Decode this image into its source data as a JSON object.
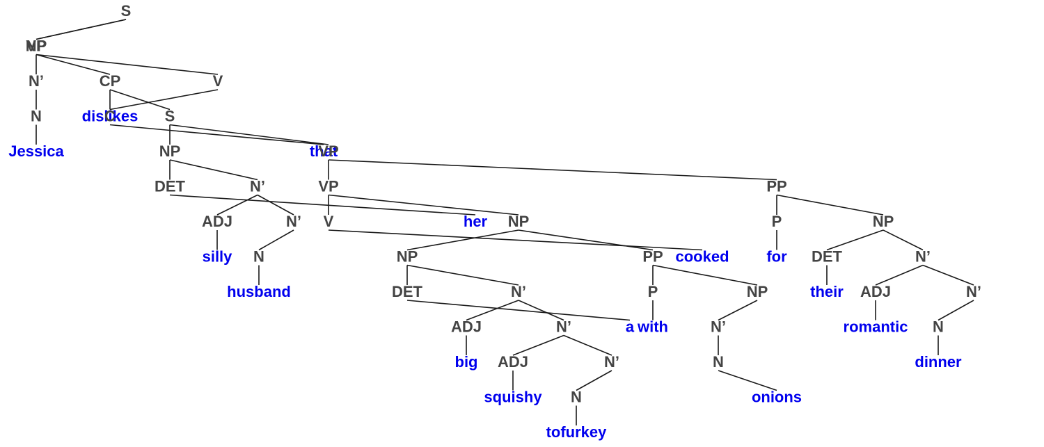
{
  "colors": {
    "category": "#444444",
    "word": "#0000ee",
    "edge": "#1a1a1a"
  },
  "tree": {
    "label": "S",
    "children": [
      {
        "label": "NP",
        "children": [
          {
            "label": "N’",
            "children": [
              {
                "label": "N",
                "children": [
                  {
                    "label": "Jessica",
                    "word": true
                  }
                ]
              }
            ]
          }
        ]
      },
      {
        "label": "VP",
        "children": [
          {
            "label": "V",
            "children": [
              {
                "label": "dislikes",
                "word": true
              }
            ]
          },
          {
            "label": "CP",
            "children": [
              {
                "label": "C",
                "children": [
                  {
                    "label": "that",
                    "word": true
                  }
                ]
              },
              {
                "label": "S",
                "children": [
                  {
                    "label": "NP",
                    "children": [
                      {
                        "label": "DET",
                        "children": [
                          {
                            "label": "her",
                            "word": true
                          }
                        ]
                      },
                      {
                        "label": "N’",
                        "children": [
                          {
                            "label": "ADJ",
                            "children": [
                              {
                                "label": "silly",
                                "word": true
                              }
                            ]
                          },
                          {
                            "label": "N’",
                            "children": [
                              {
                                "label": "N",
                                "children": [
                                  {
                                    "label": "husband",
                                    "word": true
                                  }
                                ]
                              }
                            ]
                          }
                        ]
                      }
                    ]
                  },
                  {
                    "label": "VP",
                    "children": [
                      {
                        "label": "VP",
                        "children": [
                          {
                            "label": "V",
                            "children": [
                              {
                                "label": "cooked",
                                "word": true
                              }
                            ]
                          },
                          {
                            "label": "NP",
                            "children": [
                              {
                                "label": "NP",
                                "children": [
                                  {
                                    "label": "DET",
                                    "children": [
                                      {
                                        "label": "a",
                                        "word": true
                                      }
                                    ]
                                  },
                                  {
                                    "label": "N’",
                                    "children": [
                                      {
                                        "label": "ADJ",
                                        "children": [
                                          {
                                            "label": "big",
                                            "word": true
                                          }
                                        ]
                                      },
                                      {
                                        "label": "N’",
                                        "children": [
                                          {
                                            "label": "ADJ",
                                            "children": [
                                              {
                                                "label": "squishy",
                                                "word": true
                                              }
                                            ]
                                          },
                                          {
                                            "label": "N’",
                                            "children": [
                                              {
                                                "label": "N",
                                                "children": [
                                                  {
                                                    "label": "tofurkey",
                                                    "word": true
                                                  }
                                                ]
                                              }
                                            ]
                                          }
                                        ]
                                      }
                                    ]
                                  }
                                ]
                              },
                              {
                                "label": "PP",
                                "children": [
                                  {
                                    "label": "P",
                                    "children": [
                                      {
                                        "label": "with",
                                        "word": true
                                      }
                                    ]
                                  },
                                  {
                                    "label": "NP",
                                    "children": [
                                      {
                                        "label": "N’",
                                        "children": [
                                          {
                                            "label": "N",
                                            "children": [
                                              {
                                                "label": "onions",
                                                "word": true
                                              }
                                            ]
                                          }
                                        ]
                                      }
                                    ]
                                  }
                                ]
                              }
                            ]
                          }
                        ]
                      },
                      {
                        "label": "PP",
                        "children": [
                          {
                            "label": "P",
                            "children": [
                              {
                                "label": "for",
                                "word": true
                              }
                            ]
                          },
                          {
                            "label": "NP",
                            "children": [
                              {
                                "label": "DET",
                                "children": [
                                  {
                                    "label": "their",
                                    "word": true
                                  }
                                ]
                              },
                              {
                                "label": "N’",
                                "children": [
                                  {
                                    "label": "ADJ",
                                    "children": [
                                      {
                                        "label": "romantic",
                                        "word": true
                                      }
                                    ]
                                  },
                                  {
                                    "label": "N’",
                                    "children": [
                                      {
                                        "label": "N",
                                        "children": [
                                          {
                                            "label": "dinner",
                                            "word": true
                                          }
                                        ]
                                      }
                                    ]
                                  }
                                ]
                              }
                            ]
                          }
                        ]
                      }
                    ]
                  }
                ]
              }
            ]
          }
        ]
      }
    ]
  }
}
